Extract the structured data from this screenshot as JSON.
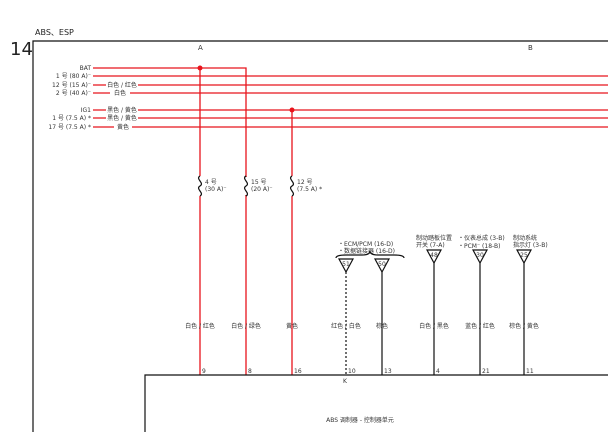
{
  "page_number": "14",
  "title": "ABS、ESP",
  "columns": [
    "A",
    "B"
  ],
  "power_sources": [
    {
      "label": "BAT",
      "wire": ""
    },
    {
      "label": "1 号 (80 A)⁻",
      "wire": ""
    },
    {
      "label": "12 号 (15 A)⁻",
      "wire": "白色 / 红色"
    },
    {
      "label": "2 号 (40 A)⁻",
      "wire": "白色"
    },
    {
      "label": "IG1",
      "wire": "黑色 / 黄色"
    },
    {
      "label": "1 号 (7.5 A) *",
      "wire": "黑色 / 黄色"
    },
    {
      "label": "17 号 (7.5 A) *",
      "wire": "黄色"
    }
  ],
  "fuses": [
    {
      "num": "4 号",
      "rating": "(30 A)⁻"
    },
    {
      "num": "15 号",
      "rating": "(20 A)⁻"
    },
    {
      "num": "12 号",
      "rating": "(7.5 A) *"
    }
  ],
  "connector_refs": {
    "group1": [
      "・ECM/PCM (16-D)",
      "・数据链接器 (16-D)"
    ],
    "brake_switch": [
      "制动踏板位置",
      "开关 (7-A)"
    ],
    "gauge": [
      "・仪表总成 (3-B)",
      "・PCM⁻ (18-B)"
    ],
    "brake_lamp": [
      "制动系统",
      "指示灯 (3-B)"
    ]
  },
  "connectors": [
    "51",
    "50",
    "48",
    "30",
    "25"
  ],
  "wires": [
    {
      "color": "白色 / 红色",
      "pin": "9"
    },
    {
      "color": "白色 / 绿色",
      "pin": "8"
    },
    {
      "color": "黄色",
      "pin": "16"
    },
    {
      "color": "红色 / 白色",
      "pin": "10"
    },
    {
      "color": "棕色",
      "pin": "13"
    },
    {
      "color": "白色 / 黑色",
      "pin": "4"
    },
    {
      "color": "蓝色 / 红色",
      "pin": "21"
    },
    {
      "color": "棕色 / 黄色",
      "pin": "11"
    }
  ],
  "unit": {
    "connector": "K",
    "name": "ABS 调制器 - 控制器单元"
  }
}
